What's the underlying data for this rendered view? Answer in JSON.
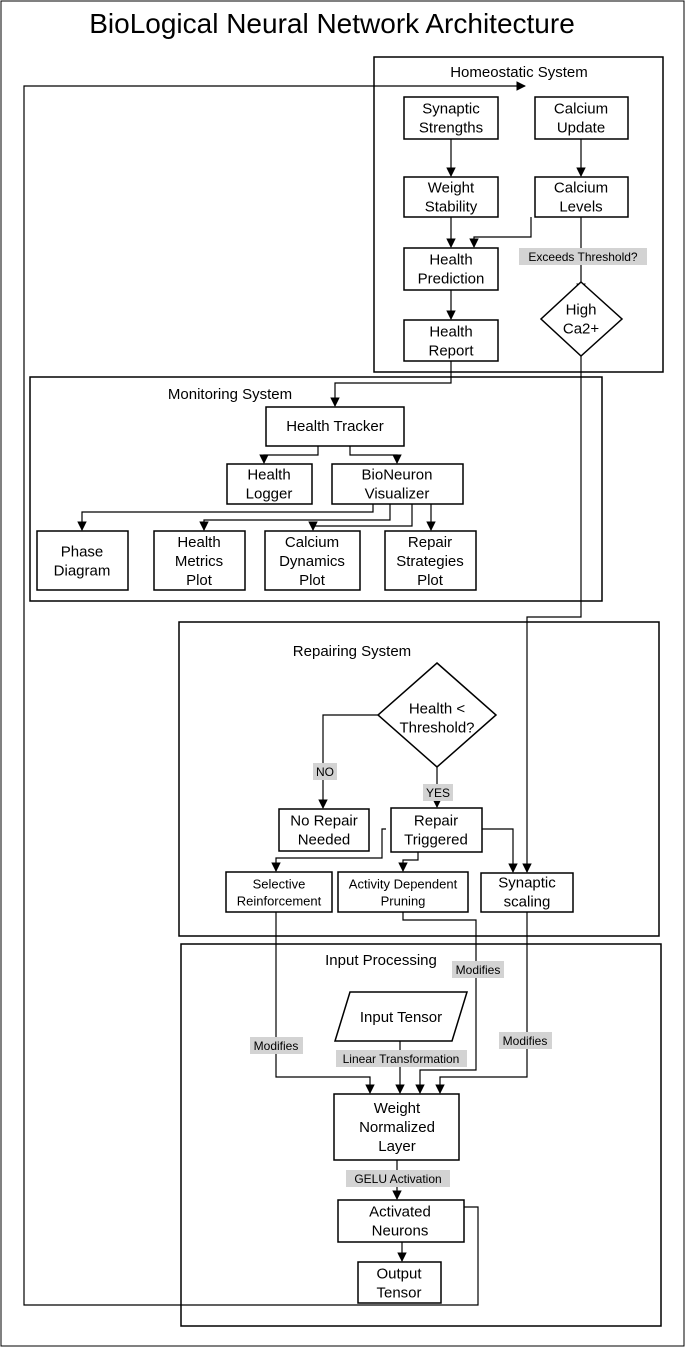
{
  "title": "BioLogical Neural Network Architecture",
  "clusters": {
    "homeostatic": "Homeostatic System",
    "monitoring": "Monitoring System",
    "repairing": "Repairing System",
    "input": "Input Processing"
  },
  "nodes": {
    "synaptic_strengths": [
      "Synaptic",
      "Strengths"
    ],
    "calcium_update": [
      "Calcium",
      "Update"
    ],
    "weight_stability": [
      "Weight",
      "Stability"
    ],
    "calcium_levels": [
      "Calcium",
      "Levels"
    ],
    "health_prediction": [
      "Health",
      "Prediction"
    ],
    "high_ca": [
      "High",
      "Ca2+"
    ],
    "health_report": [
      "Health",
      "Report"
    ],
    "health_tracker": [
      "Health Tracker"
    ],
    "health_logger": [
      "Health",
      "Logger"
    ],
    "bioneuron_visualizer": [
      "BioNeuron",
      "Visualizer"
    ],
    "phase_diagram": [
      "Phase",
      "Diagram"
    ],
    "health_metrics_plot": [
      "Health",
      "Metrics",
      "Plot"
    ],
    "calcium_dynamics_plot": [
      "Calcium",
      "Dynamics",
      "Plot"
    ],
    "repair_strategies_plot": [
      "Repair",
      "Strategies",
      "Plot"
    ],
    "health_threshold": [
      "Health <",
      "Threshold?"
    ],
    "no_repair_needed": [
      "No Repair",
      "Needed"
    ],
    "repair_triggered": [
      "Repair",
      "Triggered"
    ],
    "selective_reinforcement": [
      "Selective",
      "Reinforcement"
    ],
    "activity_dependent_pruning": [
      "Activity Dependent",
      "Pruning"
    ],
    "synaptic_scaling": [
      "Synaptic",
      "scaling"
    ],
    "input_tensor": [
      "Input Tensor"
    ],
    "weight_normalized_layer": [
      "Weight",
      "Normalized",
      "Layer"
    ],
    "activated_neurons": [
      "Activated",
      "Neurons"
    ],
    "output_tensor": [
      "Output",
      "Tensor"
    ]
  },
  "edge_labels": {
    "exceeds_threshold": "Exceeds Threshold?",
    "no": "NO",
    "yes": "YES",
    "modifies_pruning": "Modifies",
    "modifies_reinforcement": "Modifies",
    "modifies_scaling": "Modifies",
    "linear_transformation": "Linear Transformation",
    "gelu_activation": "GELU Activation"
  }
}
